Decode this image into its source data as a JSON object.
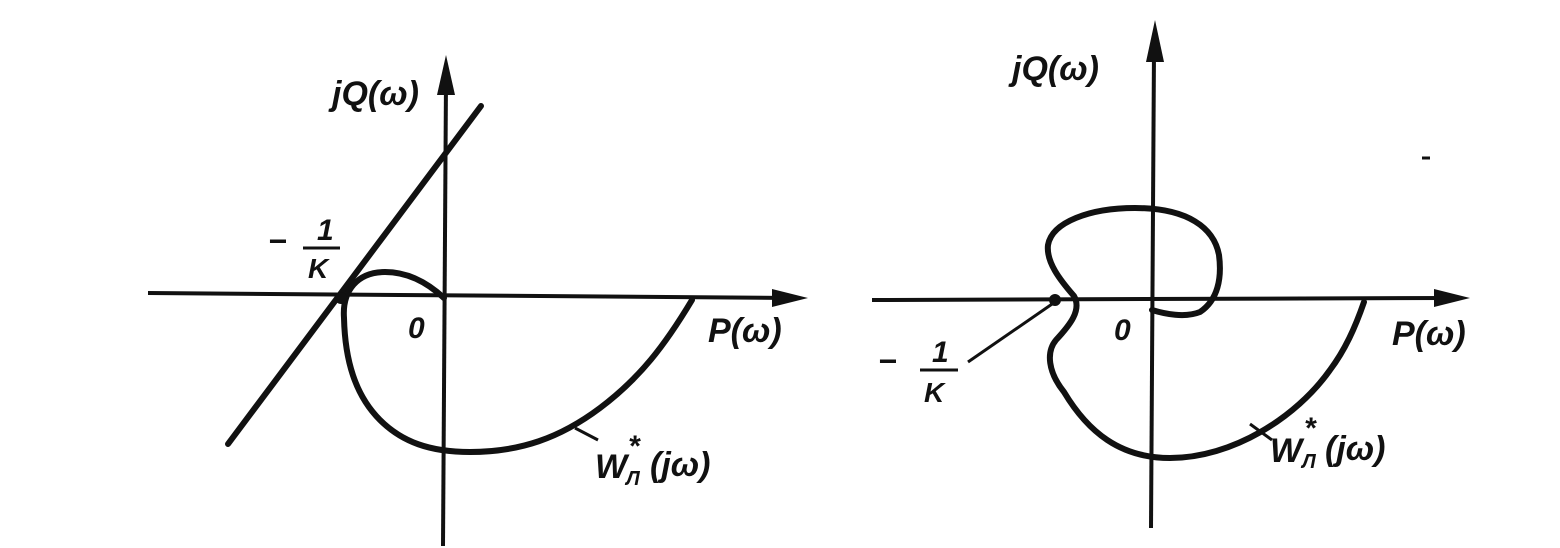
{
  "left_diagram": {
    "y_axis_label": "jQ(ω)",
    "x_axis_label": "P(ω)",
    "origin_label": "0",
    "point_label_sign": "−",
    "point_label_num": "1",
    "point_label_den": "K",
    "curve_label_main": "W",
    "curve_label_sub": "Л",
    "curve_label_sup": "*",
    "curve_label_arg": "(jω)"
  },
  "right_diagram": {
    "y_axis_label": "jQ(ω)",
    "x_axis_label": "P(ω)",
    "origin_label": "0",
    "point_label_sign": "−",
    "point_label_num": "1",
    "point_label_den": "K",
    "curve_label_main": "W",
    "curve_label_sub": "Л",
    "curve_label_sup": "*",
    "curve_label_arg": "(jω)"
  }
}
